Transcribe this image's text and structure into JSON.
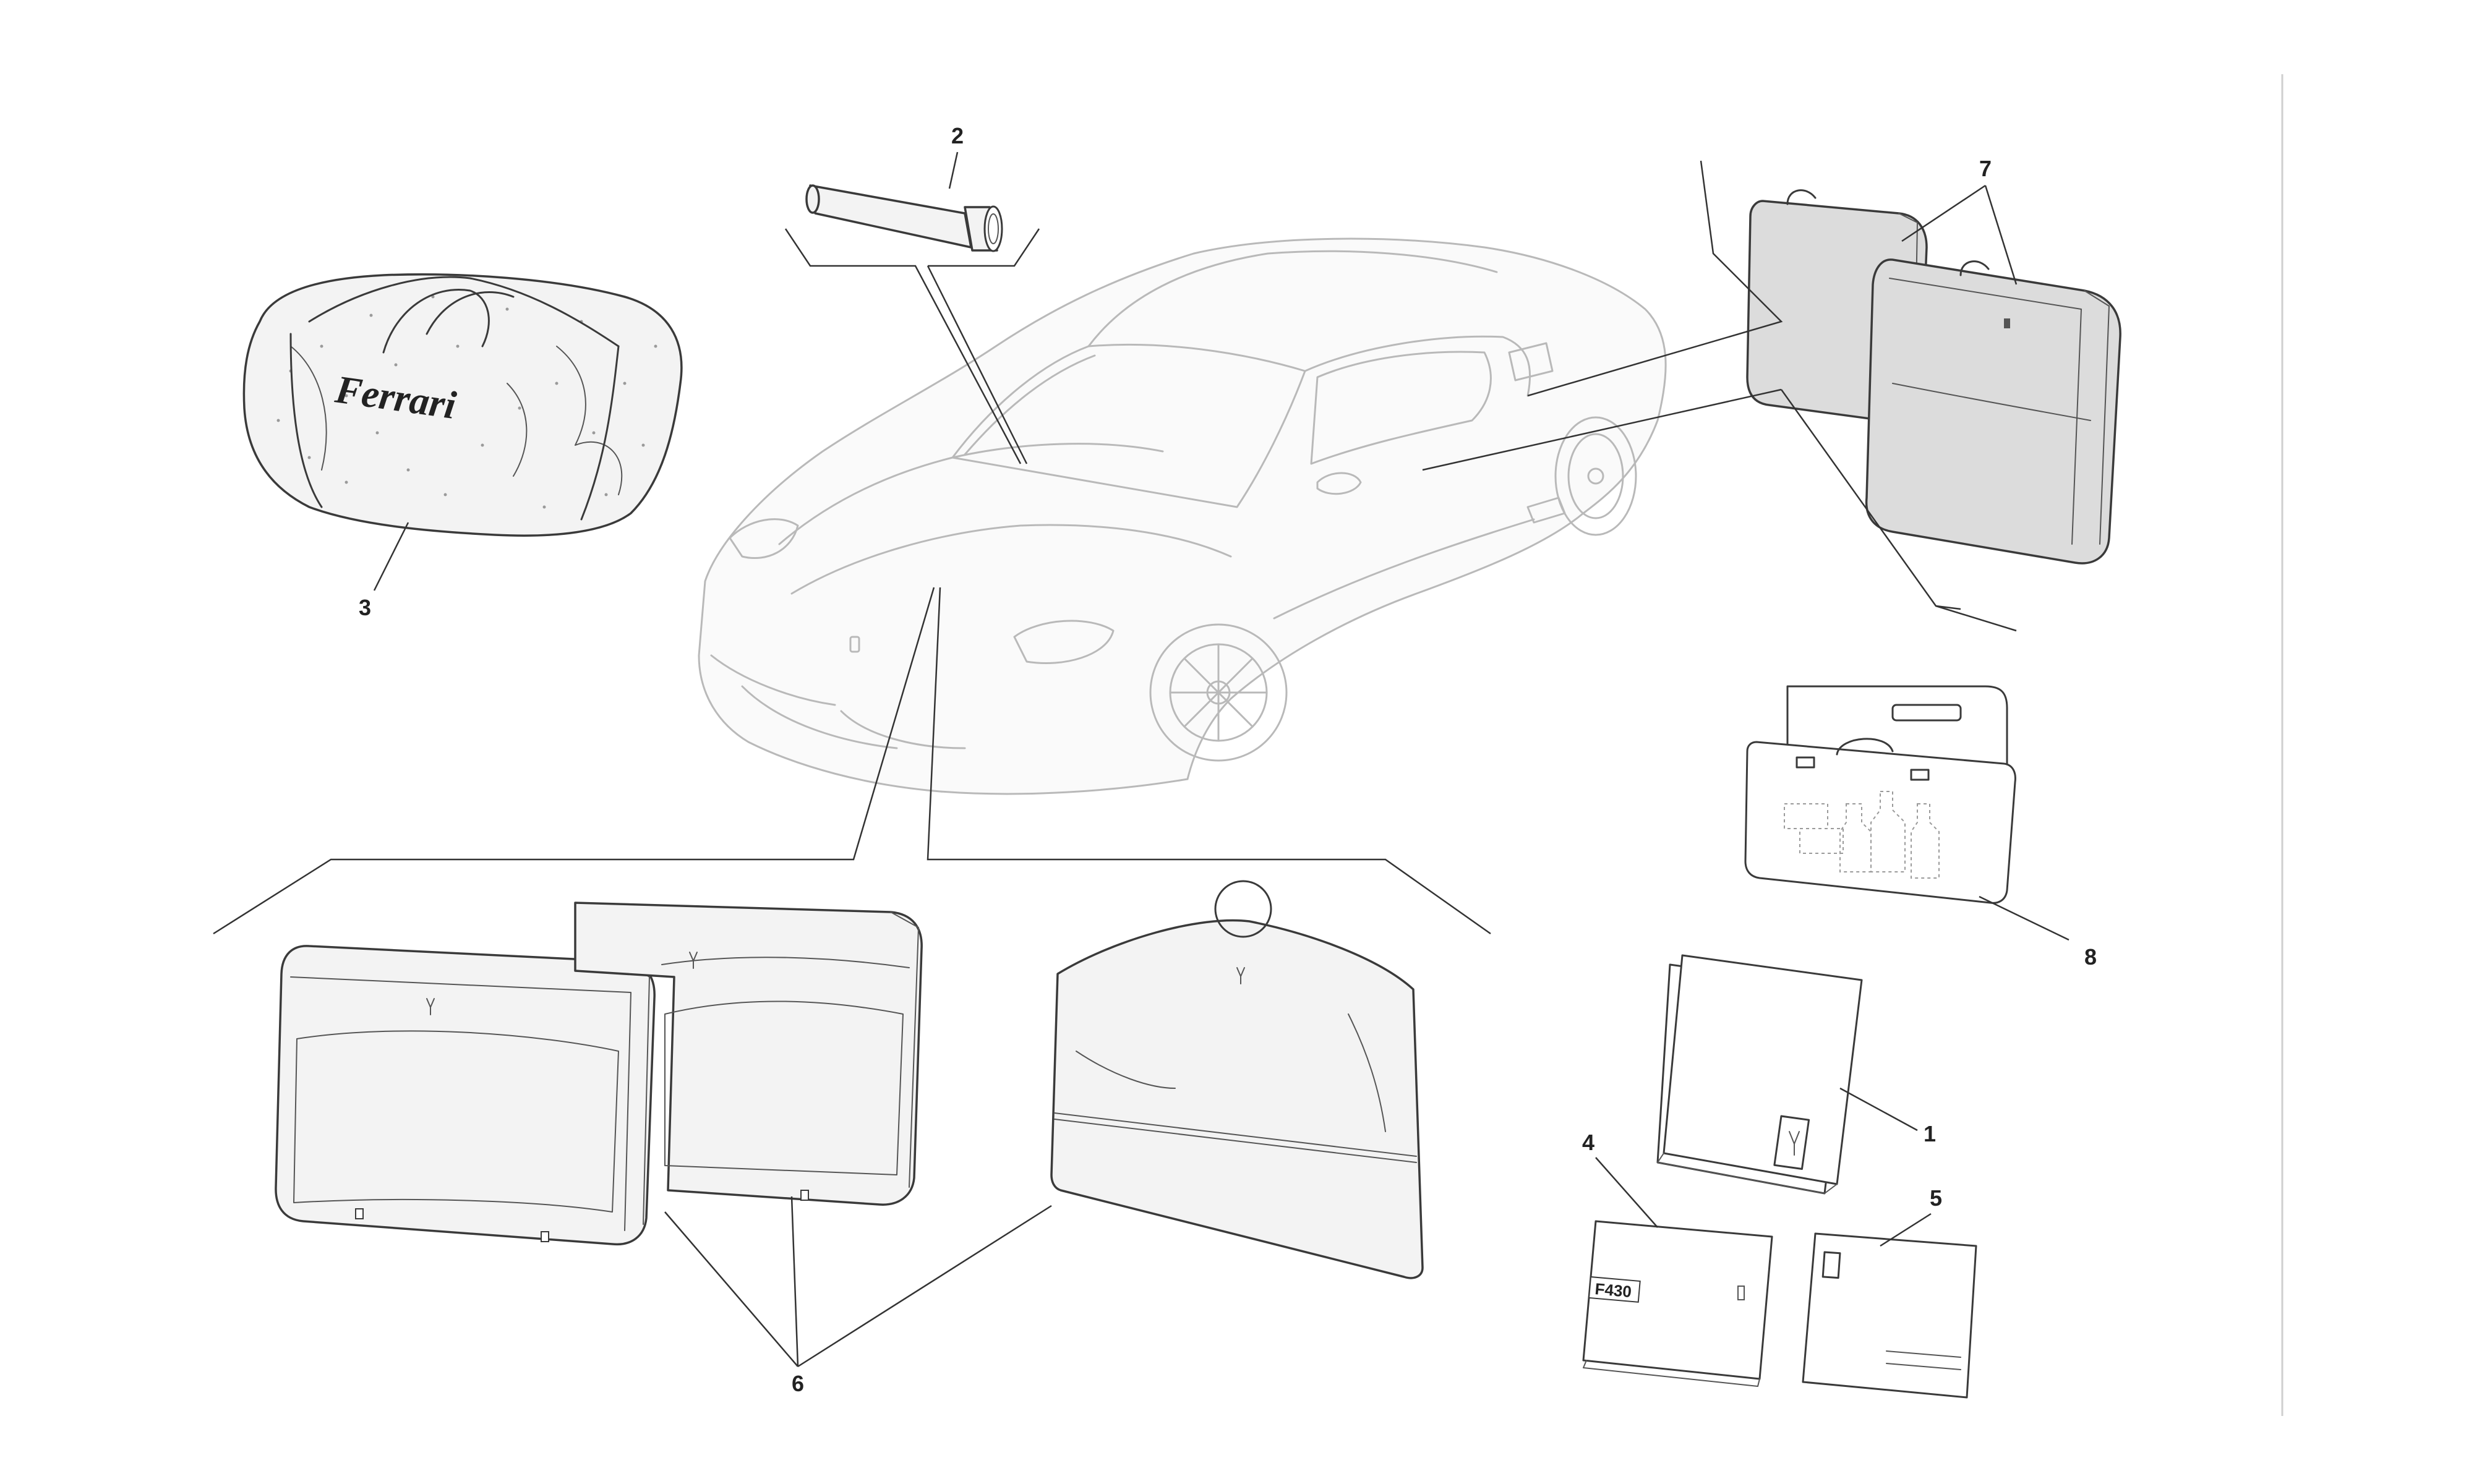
{
  "callouts": {
    "c1": "1",
    "c2": "2",
    "c3": "3",
    "c4": "4",
    "c5": "5",
    "c6": "6",
    "c7": "7",
    "c8": "8"
  },
  "printed": {
    "bag_logo": "Ferrari",
    "manual_model": "F430"
  },
  "colors": {
    "ink": "#3a3a3a",
    "car_outline": "#b9b9b9",
    "background": "#ffffff"
  }
}
